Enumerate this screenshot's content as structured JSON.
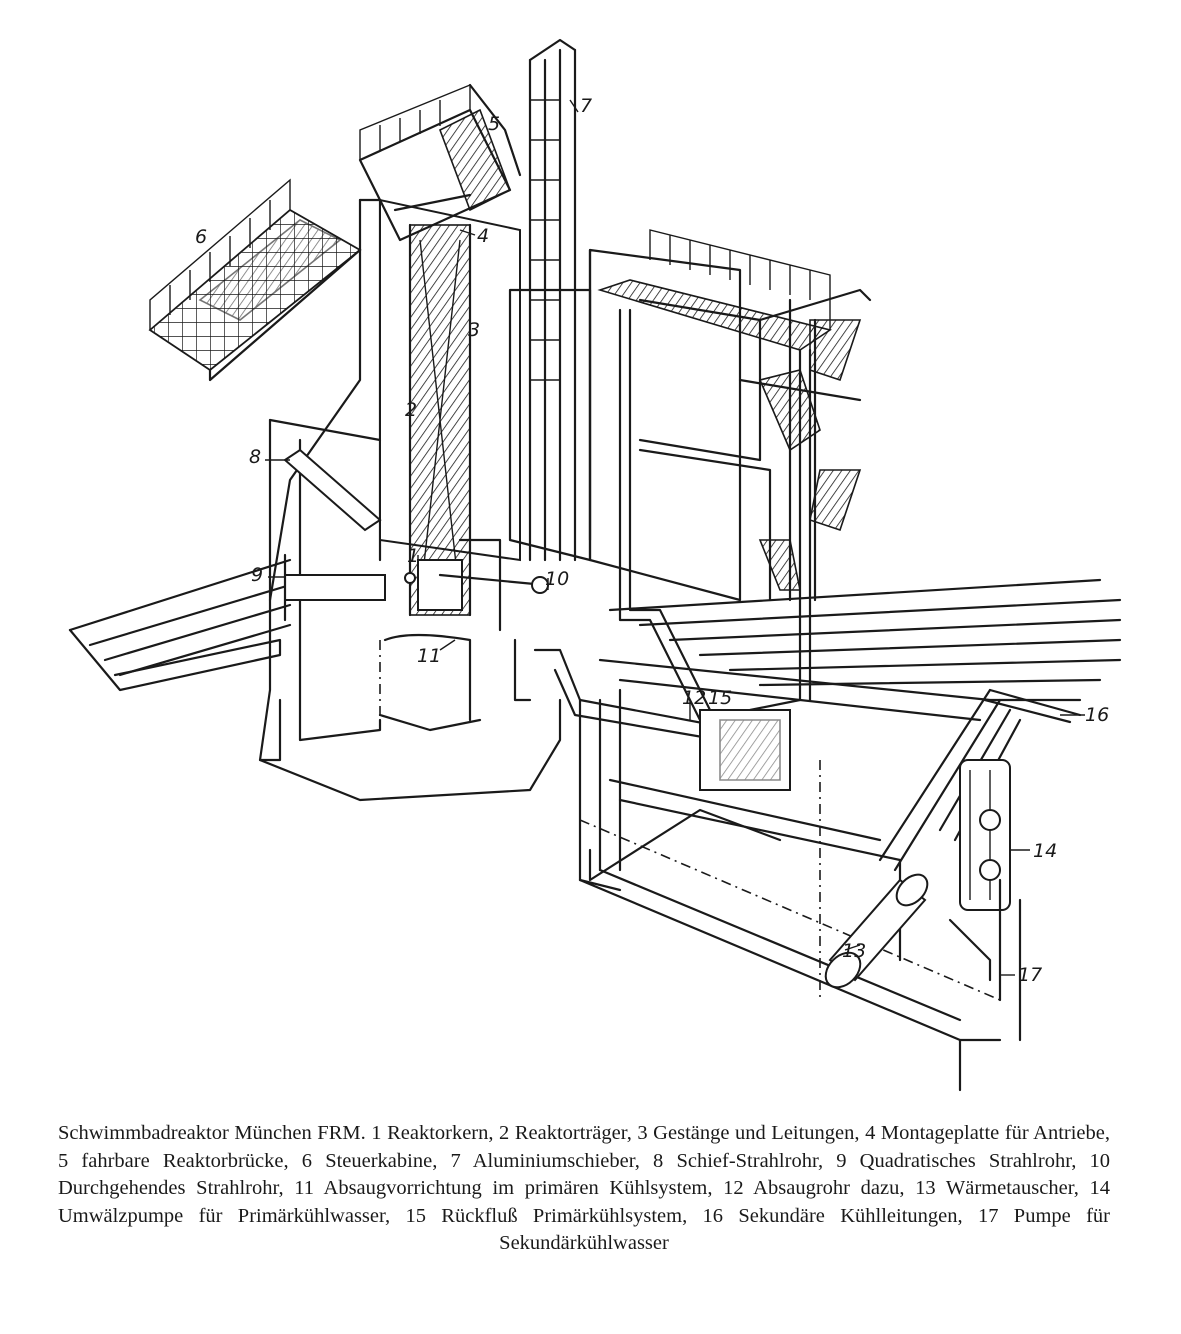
{
  "figure": {
    "callouts": [
      "1",
      "2",
      "3",
      "4",
      "5",
      "6",
      "7",
      "8",
      "9",
      "10",
      "11",
      "12",
      "13",
      "14",
      "15",
      "16",
      "17"
    ]
  },
  "caption": {
    "text": "Schwimmbadreaktor München FRM. 1 Reaktorkern, 2 Reaktorträger, 3 Gestänge und Leitungen, 4 Montageplatte für Antriebe, 5 fahrbare Reaktorbrücke, 6 Steuerkabine, 7 Aluminiumschieber, 8 Schief-Strahlrohr, 9 Quadratisches Strahlrohr, 10 Durchgehendes Strahlrohr, 11 Absaugvorrichtung im primären Kühlsystem, 12 Absaugrohr dazu, 13 Wärmetauscher, 14 Umwälzpumpe für Primärkühlwasser, 15 Rückfluß Primärkühlsystem, 16 Sekundäre Kühlleitungen, 17 Pumpe für Sekundärkühlwasser"
  }
}
